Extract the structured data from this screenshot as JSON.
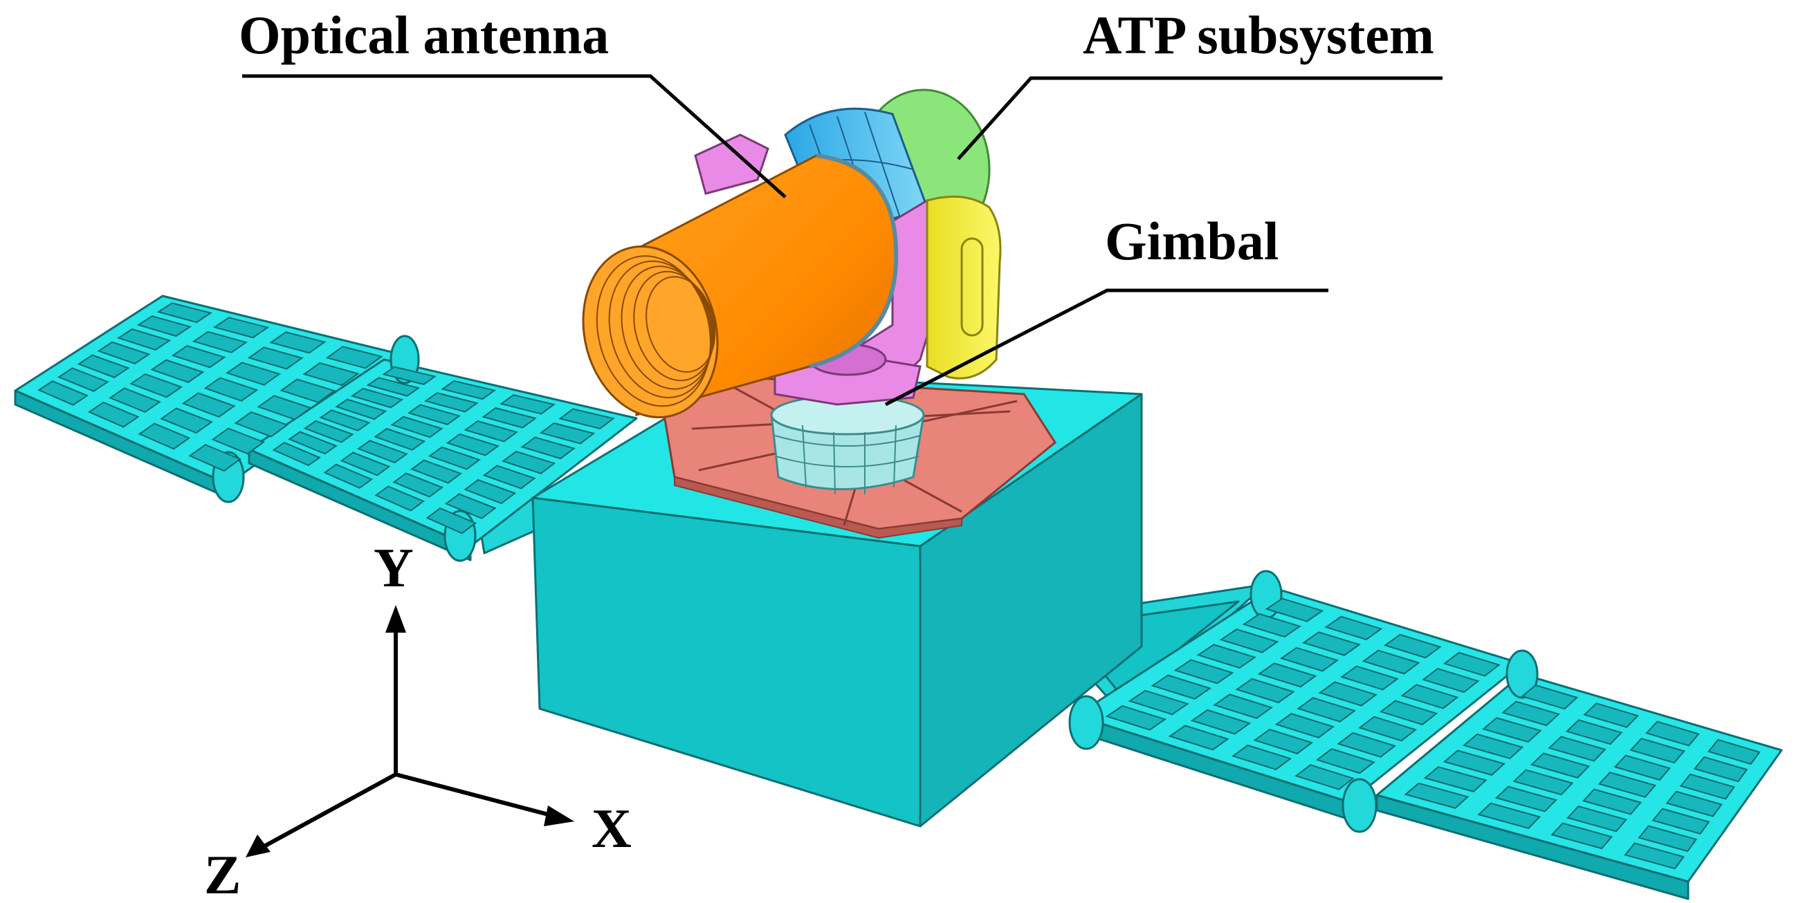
{
  "labels": {
    "optical_antenna": "Optical antenna",
    "atp_subsystem": "ATP subsystem",
    "gimbal": "Gimbal"
  },
  "axes": {
    "x": "X",
    "y": "Y",
    "z": "Z"
  },
  "colors": {
    "body_front": "#13c3c5",
    "body_top": "#22e6e6",
    "body_side": "#109fa3",
    "panel": "#26e5e6",
    "panel_edge": "#0c6f73",
    "antenna": "#ff8c00",
    "antenna_dark": "#d86a00",
    "atp_ring": "#45bde8",
    "atp_green": "#8ce57a",
    "gimbal_yoke": "#e98ae6",
    "gimbal_yellow": "#f4f04a",
    "gimbal_base": "#a8e6e6",
    "base_plate": "#e8847a",
    "ink": "#000000"
  }
}
